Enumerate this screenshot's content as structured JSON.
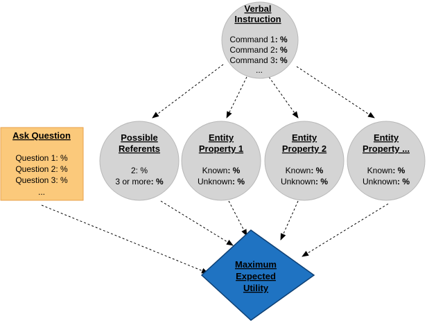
{
  "colors": {
    "circle_fill": "#d4d4d4",
    "circle_stroke": "#b8b8b8",
    "box_fill": "#fbc97b",
    "box_stroke": "#e8a04a",
    "diamond_fill": "#1f73c2",
    "diamond_stroke": "#0d3f73",
    "arrow": "#000000"
  },
  "verbal": {
    "title1": "Verbal",
    "title2": "Instruction",
    "lines": [
      {
        "label": "Command 1",
        "suffix": ": %"
      },
      {
        "label": "Command 2",
        "suffix": ": %"
      },
      {
        "label": "Command 3",
        "suffix": ": %"
      }
    ],
    "ellipsis": "..."
  },
  "referents": {
    "title1": "Possible",
    "title2": "Referents",
    "line1": "2: %",
    "line2a": "3 or more",
    "line2b": ": %"
  },
  "prop1": {
    "title1": "Entity",
    "title2": "Property 1",
    "known": "Known",
    "unknown": "Unknown",
    "suffix": ": %"
  },
  "prop2": {
    "title1": "Entity",
    "title2": "Property 2",
    "known": "Known",
    "unknown": "Unknown",
    "suffix": ": %"
  },
  "prop3": {
    "title1": "Entity",
    "title2": "Property ...",
    "known": "Known",
    "unknown": "Unknown",
    "suffix": ": %"
  },
  "ask": {
    "title": "Ask Question",
    "lines": [
      "Question 1: %",
      "Question 2: %",
      "Question 3: %"
    ],
    "ellipsis": "..."
  },
  "meu": {
    "line1": "Maximum",
    "line2": "Expected",
    "line3": "Utility"
  }
}
